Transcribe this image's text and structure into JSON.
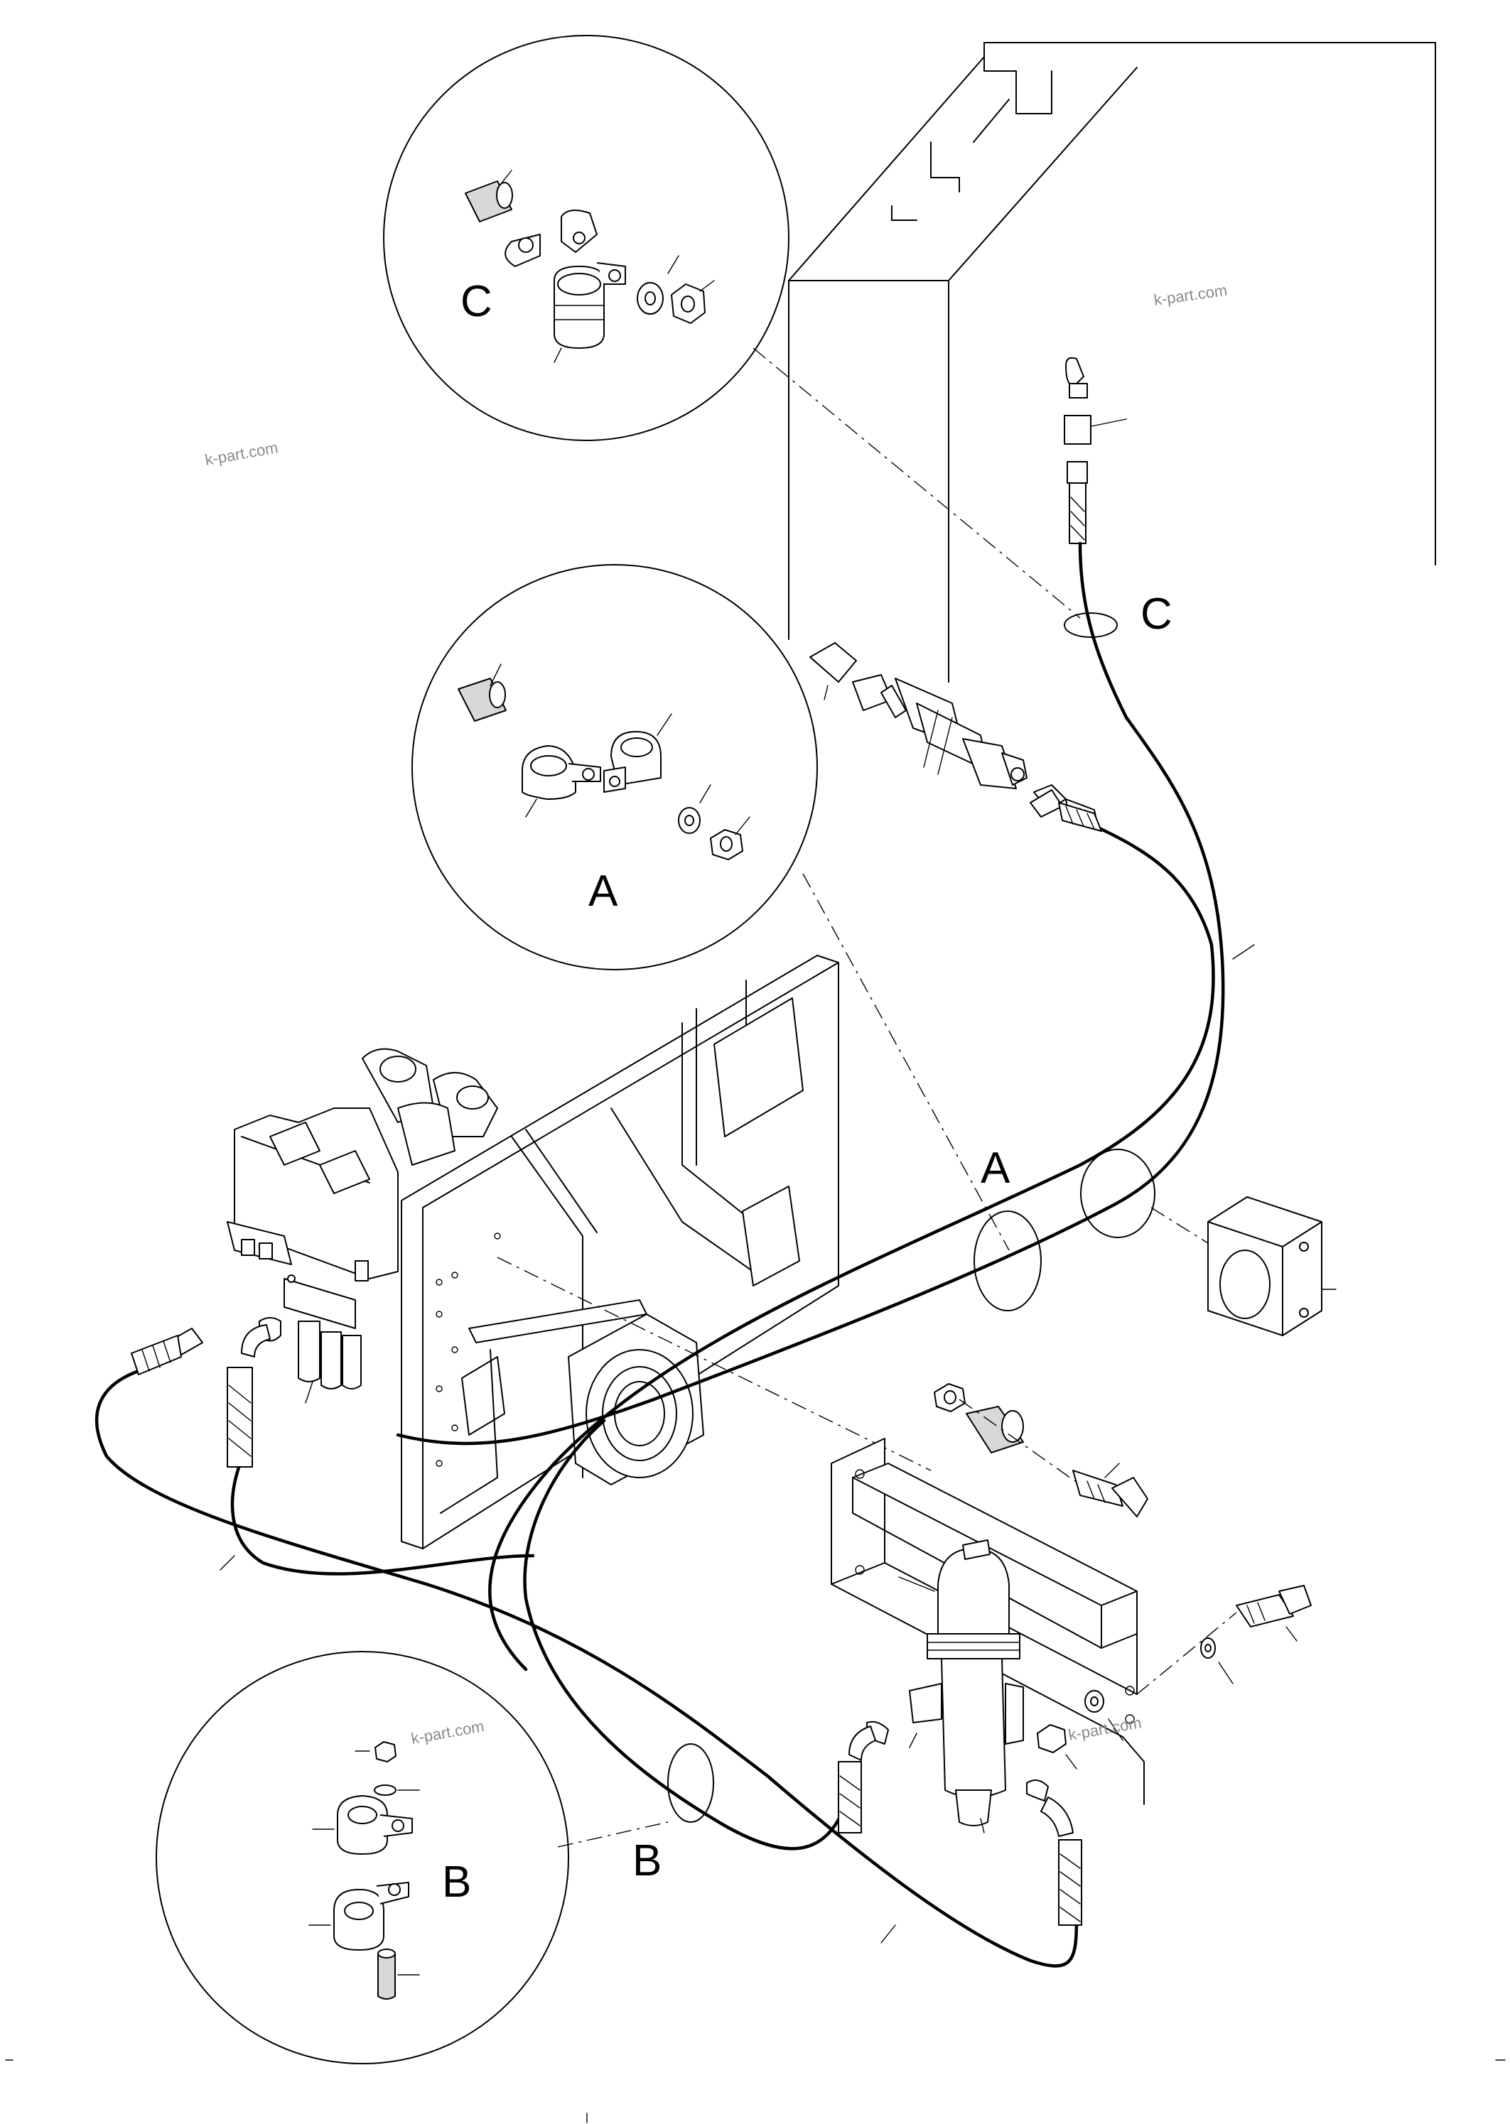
{
  "callouts": {
    "detail_c": "C",
    "detail_a": "A",
    "detail_b": "B",
    "marker_c": "C",
    "marker_a": "A",
    "marker_b": "B"
  },
  "watermarks": {
    "top_right": "k-part.com",
    "left": "k-part.com",
    "bottom_left": "k-part.com",
    "bottom_right": "k-part.com"
  }
}
